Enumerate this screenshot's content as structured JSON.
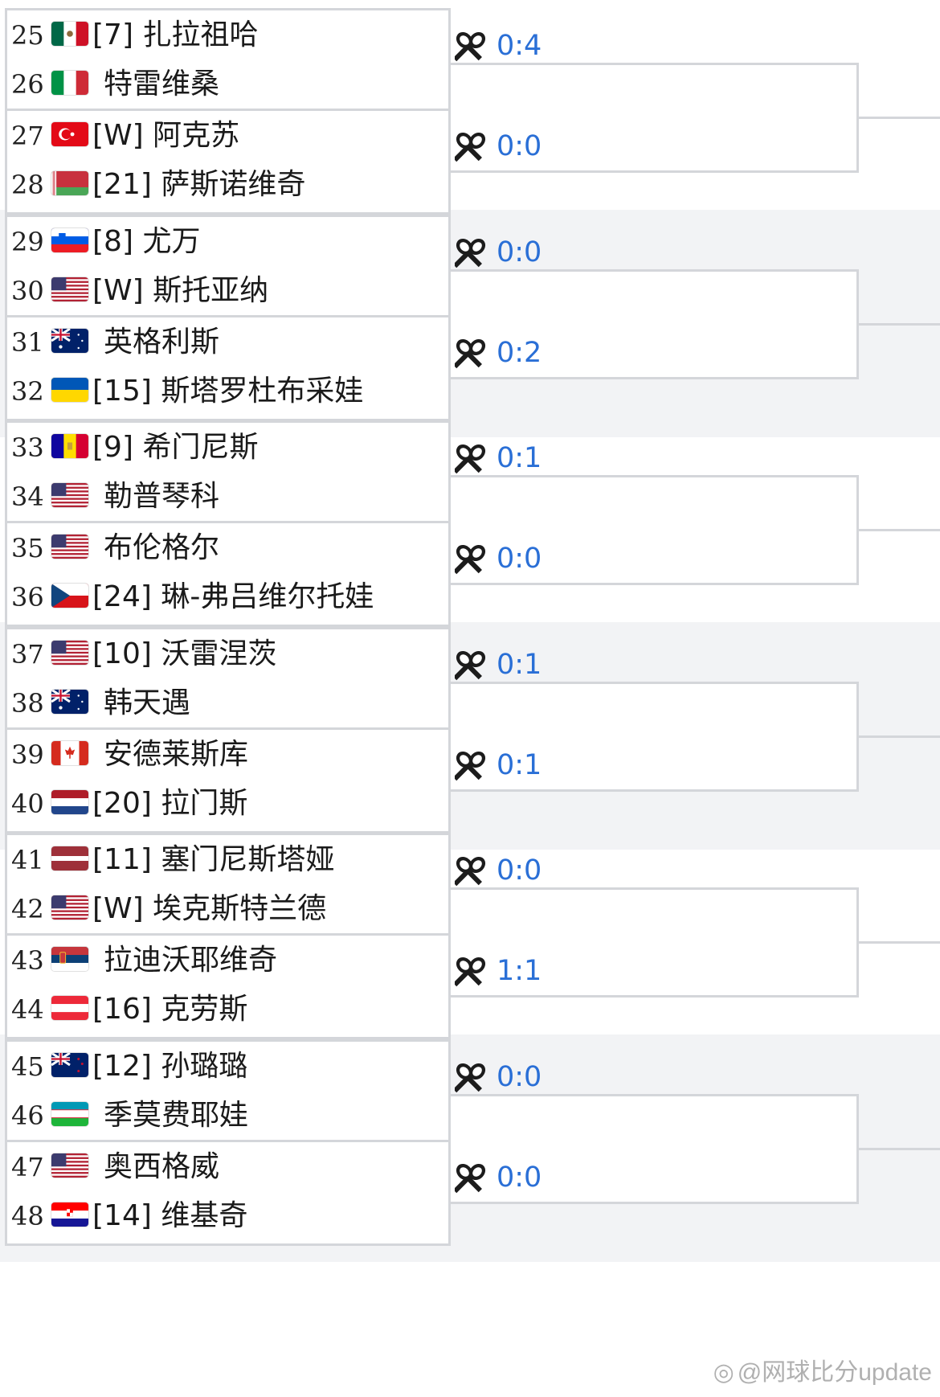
{
  "matches": [
    {
      "players": [
        {
          "num": "25",
          "name": "[7] 扎拉祖哈",
          "flag": "mx"
        },
        {
          "num": "26",
          "name": "特雷维桑",
          "flag": "it"
        }
      ],
      "score": "0:4"
    },
    {
      "players": [
        {
          "num": "27",
          "name": "[W] 阿克苏",
          "flag": "tr"
        },
        {
          "num": "28",
          "name": "[21] 萨斯诺维奇",
          "flag": "by"
        }
      ],
      "score": "0:0"
    },
    {
      "players": [
        {
          "num": "29",
          "name": "[8] 尤万",
          "flag": "si"
        },
        {
          "num": "30",
          "name": "[W] 斯托亚纳",
          "flag": "us"
        }
      ],
      "score": "0:0"
    },
    {
      "players": [
        {
          "num": "31",
          "name": "英格利斯",
          "flag": "au"
        },
        {
          "num": "32",
          "name": "[15] 斯塔罗杜布采娃",
          "flag": "ua"
        }
      ],
      "score": "0:2"
    },
    {
      "players": [
        {
          "num": "33",
          "name": "[9] 希门尼斯",
          "flag": "ad"
        },
        {
          "num": "34",
          "name": "勒普琴科",
          "flag": "us"
        }
      ],
      "score": "0:1"
    },
    {
      "players": [
        {
          "num": "35",
          "name": "布伦格尔",
          "flag": "us"
        },
        {
          "num": "36",
          "name": "[24] 琳-弗吕维尔托娃",
          "flag": "cz"
        }
      ],
      "score": "0:0"
    },
    {
      "players": [
        {
          "num": "37",
          "name": "[10] 沃雷涅茨",
          "flag": "us"
        },
        {
          "num": "38",
          "name": "韩天遇",
          "flag": "au"
        }
      ],
      "score": "0:1"
    },
    {
      "players": [
        {
          "num": "39",
          "name": "安德莱斯库",
          "flag": "ca"
        },
        {
          "num": "40",
          "name": "[20] 拉门斯",
          "flag": "nl"
        }
      ],
      "score": "0:1"
    },
    {
      "players": [
        {
          "num": "41",
          "name": "[11] 塞门尼斯塔娅",
          "flag": "lv"
        },
        {
          "num": "42",
          "name": "[W] 埃克斯特兰德",
          "flag": "us"
        }
      ],
      "score": "0:0"
    },
    {
      "players": [
        {
          "num": "43",
          "name": "拉迪沃耶维奇",
          "flag": "rs"
        },
        {
          "num": "44",
          "name": "[16] 克劳斯",
          "flag": "at"
        }
      ],
      "score": "1:1"
    },
    {
      "players": [
        {
          "num": "45",
          "name": "[12] 孙璐璐",
          "flag": "nz"
        },
        {
          "num": "46",
          "name": "季莫费耶娃",
          "flag": "uz"
        }
      ],
      "score": "0:0"
    },
    {
      "players": [
        {
          "num": "47",
          "name": "奥西格威",
          "flag": "us"
        },
        {
          "num": "48",
          "name": "[14] 维基奇",
          "flag": "hr"
        }
      ],
      "score": "0:0"
    }
  ],
  "icon_names": {
    "h2h": "crossed-rackets-icon",
    "watermark": "weibo-icon"
  },
  "colors": {
    "score": "#2a6fd6",
    "border": "#d4d6da",
    "band": "#f2f3f5"
  },
  "watermark": "@网球比分update"
}
